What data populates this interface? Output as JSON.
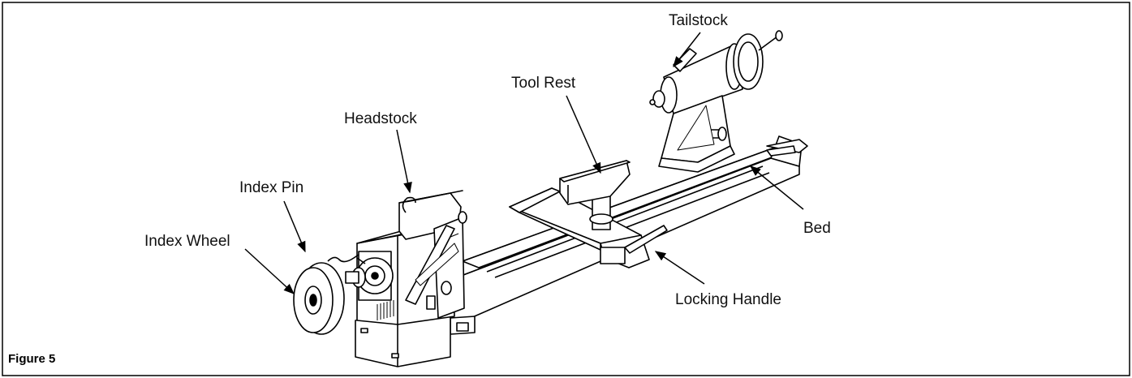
{
  "figure": {
    "caption": "Figure 5"
  },
  "labels": {
    "tailstock": "Tailstock",
    "tool_rest": "Tool Rest",
    "headstock": "Headstock",
    "index_pin": "Index Pin",
    "index_wheel": "Index Wheel",
    "bed": "Bed",
    "locking_handle": "Locking Handle"
  }
}
